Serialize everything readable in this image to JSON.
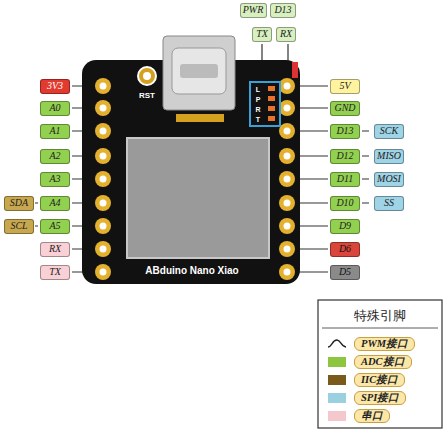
{
  "diagram": {
    "nodes": [
      {
        "text": [
          "PWR"
        ]
      },
      {
        "text": [
          "D13"
        ]
      },
      {
        "text": [
          "TX"
        ]
      },
      {
        "text": [
          "RX"
        ]
      },
      {
        "text": [
          "3V3"
        ]
      },
      {
        "text": [
          "A0"
        ]
      },
      {
        "text": [
          "A1"
        ]
      },
      {
        "text": [
          "A2"
        ]
      },
      {
        "text": [
          "A3"
        ]
      },
      {
        "text": [
          "A4"
        ]
      },
      {
        "text": [
          "A5"
        ]
      },
      {
        "text": [
          "RX"
        ]
      },
      {
        "text": [
          "TX"
        ]
      },
      {
        "text": [
          "SDA"
        ]
      },
      {
        "text": [
          "SCL"
        ]
      },
      {
        "text": [
          "5V"
        ]
      },
      {
        "text": [
          "GND"
        ]
      },
      {
        "text": [
          "D13"
        ]
      },
      {
        "text": [
          "D12"
        ]
      },
      {
        "text": [
          "D11"
        ]
      },
      {
        "text": [
          "D10"
        ]
      },
      {
        "text": [
          "D9"
        ]
      },
      {
        "text": [
          "D6"
        ]
      },
      {
        "text": [
          "D5"
        ]
      },
      {
        "text": [
          "SCK"
        ]
      },
      {
        "text": [
          "MISO"
        ]
      },
      {
        "text": [
          "MOSI"
        ]
      },
      {
        "text": [
          "SS"
        ]
      }
    ],
    "labels": [
      "RST",
      "L",
      "P",
      "R",
      "T",
      "ABduino Nano Xiao",
      "特殊引脚"
    ],
    "legend": [
      {
        "text": "PWM接口"
      },
      {
        "text": "ADC接口",
        "color": "#8cc63f"
      },
      {
        "text": "IIC接口",
        "color": "#7a5a1a"
      },
      {
        "text": "SPI接口",
        "color": "#9bd0e0"
      },
      {
        "text": "串口",
        "color": "#f4c7cc"
      }
    ]
  }
}
